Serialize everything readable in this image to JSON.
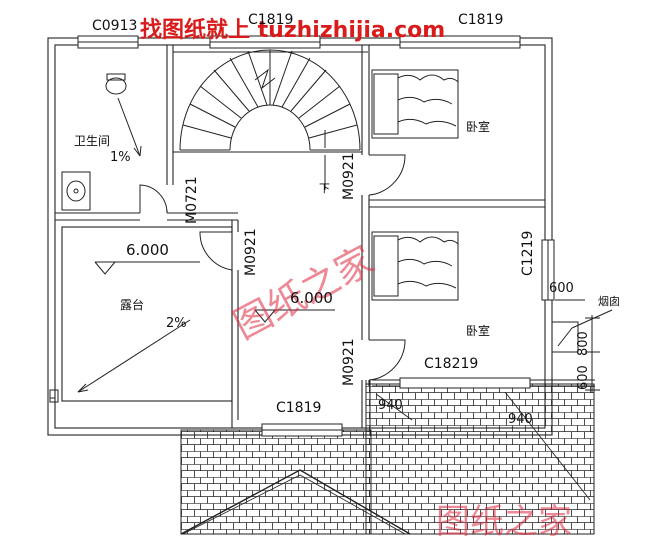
{
  "watermark_top": "找图纸就上 tuzhizhijia.com",
  "watermark_mid": "图纸之家",
  "watermark_bottom": "图纸之家",
  "window_labels": {
    "c0913": "C0913",
    "c1819_top_mid": "C1819",
    "c1819_top_right": "C1819",
    "c1219": "C1219",
    "c18219": "C18219",
    "c1819_bottom": "C1819"
  },
  "door_labels": {
    "m0721": "M0721",
    "m0921_upper": "M0921",
    "m0921_left": "M0921",
    "m0921_lower": "M0921"
  },
  "rooms": {
    "bathroom": "卫生间",
    "bathroom_slope": "1%",
    "bedroom_upper": "卧室",
    "bedroom_lower": "卧室",
    "terrace": "露台",
    "terrace_slope": "2%",
    "stair_down": "下"
  },
  "elevations": {
    "terrace_level": "6.000",
    "hall_level": "6.000"
  },
  "dimensions": {
    "d600_top": "600",
    "d800": "800",
    "d600_side": "600",
    "d940_left": "940",
    "d940_right": "940"
  },
  "chimney_label": "烟囱"
}
